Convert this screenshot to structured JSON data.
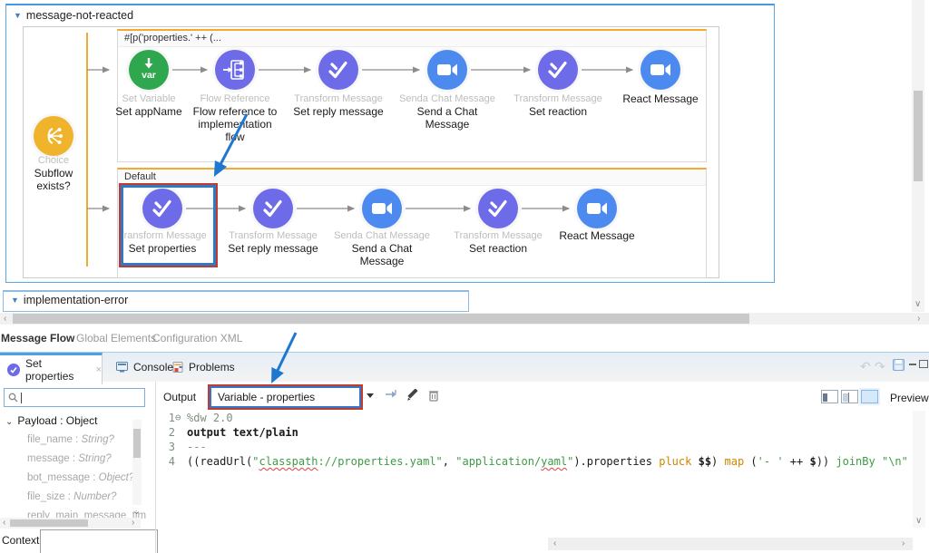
{
  "flow1": {
    "title": "message-not-reacted",
    "choice_type": "Choice",
    "choice_name": "Subflow exists?",
    "branch1_condition": "#[p('properties.' ++ (...",
    "branch2_condition": "Default",
    "b1": [
      {
        "type": "Set Variable",
        "name": "Set appName"
      },
      {
        "type": "Flow Reference",
        "name": "Flow reference to implementation flow"
      },
      {
        "type": "Transform Message",
        "name": "Set reply message"
      },
      {
        "type": "Senda Chat Message",
        "name": "Send a Chat Message"
      },
      {
        "type": "Transform Message",
        "name": "Set reaction"
      },
      {
        "type": "",
        "name": "React Message"
      }
    ],
    "b2": [
      {
        "type": "Transform Message",
        "name": "Set properties"
      },
      {
        "type": "Transform Message",
        "name": "Set reply message"
      },
      {
        "type": "Senda Chat Message",
        "name": "Send a Chat Message"
      },
      {
        "type": "Transform Message",
        "name": "Set reaction"
      },
      {
        "type": "",
        "name": "React Message"
      }
    ]
  },
  "flow2": {
    "title": "implementation-error"
  },
  "view_tabs": {
    "message_flow": "Message Flow",
    "global_elements": "Global Elements",
    "configuration_xml": "Configuration XML"
  },
  "panel": {
    "tabs": {
      "set_properties": "Set properties",
      "close_glyph": "×",
      "console": "Console",
      "problems": "Problems"
    },
    "left": {
      "root": "Payload : Object",
      "items": [
        {
          "name": "file_name",
          "type": "String?"
        },
        {
          "name": "message",
          "type": "String?"
        },
        {
          "name": "bot_message",
          "type": "Object?"
        },
        {
          "name": "file_size",
          "type": "Number?"
        },
        {
          "name": "reply_main_message_tim",
          "type": ""
        }
      ],
      "context_label": "Context"
    },
    "toolbar": {
      "output_label": "Output",
      "selected_variable": "Variable - properties",
      "preview_label": "Preview"
    },
    "editor": {
      "lines": [
        {
          "num": "1",
          "fold": "⊖",
          "segments": [
            {
              "t": "%dw 2.0",
              "c": "dir"
            }
          ]
        },
        {
          "num": "2",
          "fold": "",
          "segments": [
            {
              "t": "output text/plain",
              "c": "kw"
            }
          ]
        },
        {
          "num": "3",
          "fold": "",
          "segments": [
            {
              "t": "---",
              "c": "sep"
            }
          ]
        },
        {
          "num": "4",
          "fold": "",
          "segments": [
            {
              "t": "((readUrl(",
              "c": "pl"
            },
            {
              "t": "\"",
              "c": "str"
            },
            {
              "t": "classpath",
              "c": "str sq"
            },
            {
              "t": "://properties.yaml\"",
              "c": "str"
            },
            {
              "t": ", ",
              "c": "pl"
            },
            {
              "t": "\"application/",
              "c": "str"
            },
            {
              "t": "yaml",
              "c": "str sq"
            },
            {
              "t": "\"",
              "c": "str"
            },
            {
              "t": ").properties ",
              "c": "pl"
            },
            {
              "t": "pluck",
              "c": "fn"
            },
            {
              "t": " ",
              "c": "pl"
            },
            {
              "t": "$$",
              "c": "var"
            },
            {
              "t": ") ",
              "c": "pl"
            },
            {
              "t": "map",
              "c": "fn"
            },
            {
              "t": " (",
              "c": "pl"
            },
            {
              "t": "'- '",
              "c": "str"
            },
            {
              "t": " ++ ",
              "c": "pl"
            },
            {
              "t": "$",
              "c": "var"
            },
            {
              "t": ")) ",
              "c": "pl"
            },
            {
              "t": "joinBy",
              "c": "fn2"
            },
            {
              "t": " ",
              "c": "pl"
            },
            {
              "t": "\"\\n\"",
              "c": "str"
            }
          ]
        }
      ]
    }
  },
  "colors": {
    "accent_blue": "#459BE2",
    "branch_orange": "#F5A930",
    "choice_yellow": "#EFB32C",
    "variable_green": "#2FA74E",
    "transform_purple": "#6E6BE8",
    "message_blue": "#4D8AF0",
    "selection_blue": "#2F7AC8",
    "selection_red": "#C23B2E",
    "annotation_blue": "#1D78D2"
  }
}
